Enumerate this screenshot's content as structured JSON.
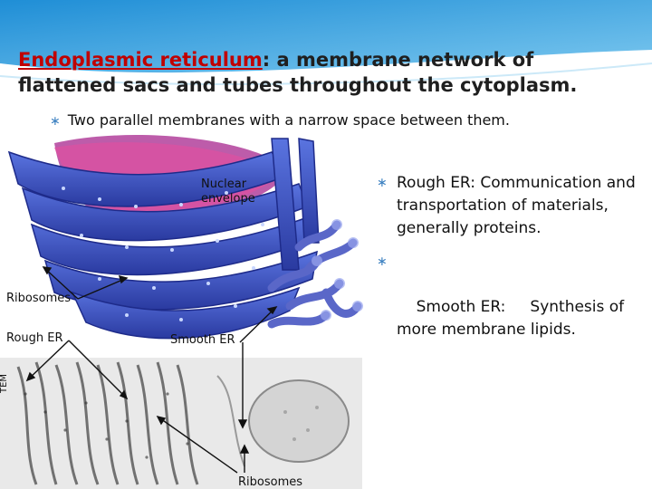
{
  "title": {
    "term": "Endoplasmic reticulum",
    "rest": ": a membrane network of flattened sacs and tubes throughout the cytoplasm."
  },
  "sub_bullet": "Two parallel membranes with a narrow space between them.",
  "right_bullets": [
    {
      "text": "Rough ER: Communication and transportation of materials, generally proteins."
    },
    {
      "text": "Smooth ER:     Synthesis of more membrane lipids."
    }
  ],
  "figure_labels": {
    "nuclear_envelope": "Nuclear envelope",
    "ribosomes_left": "Ribosomes",
    "rough_er": "Rough ER",
    "smooth_er": "Smooth ER",
    "tem": "TEM",
    "ribosomes_bottom": "Ribosomes"
  },
  "colors": {
    "title_term": "#c00000",
    "bullet_mark": "#3a7fc0",
    "header_band": "#3aa8e0",
    "er_blue": "#3b55c8",
    "nuclear_pink": "#d0307a"
  },
  "icons": {
    "bullet": "asterisk-bullet-icon"
  }
}
